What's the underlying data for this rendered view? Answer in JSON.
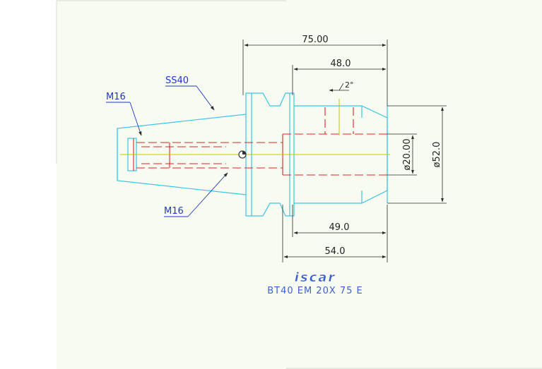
{
  "drawing": {
    "dimensions": {
      "overall_length": "75.00",
      "bore_depth": "48.0",
      "taper_angle": "2°",
      "bore_diameter": "ø20.00",
      "outer_diameter": "ø52.0",
      "body_length": "49.0",
      "projection": "54.0"
    },
    "labels": {
      "taper": "SS40",
      "thread_top": "M16",
      "thread_bottom": "M16"
    },
    "logo_text": "iscar",
    "part_number": "BT40 EM 20X 75 E"
  },
  "colors": {
    "paper": "#f8fbf1",
    "outline": "#39c6e6",
    "hidden": "#e02424",
    "center": "#c8c800",
    "dimension": "#2a2a2a",
    "label": "#2233cc",
    "title": "#3a5fd0"
  }
}
